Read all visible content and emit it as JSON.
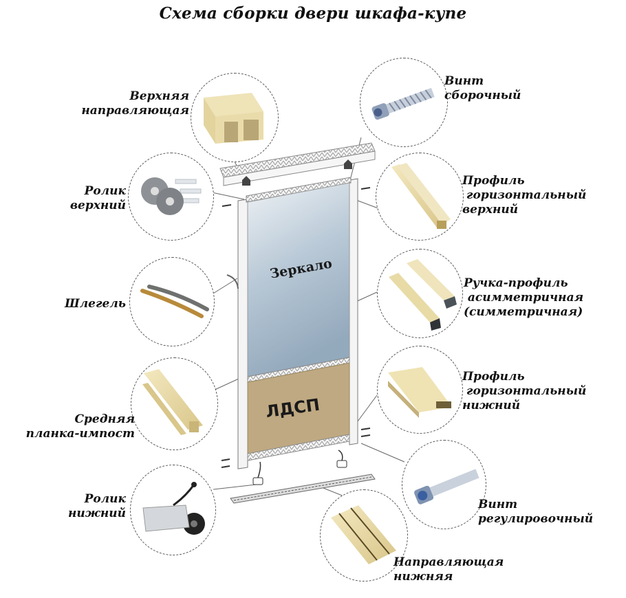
{
  "title": "Схема сборки двери шкафа-купе",
  "door": {
    "upper_panel_label": "Зеркало",
    "lower_panel_label": "ЛДСП",
    "colors": {
      "mirror_top": "#dfe7ee",
      "mirror_bottom": "#9fb3c4",
      "chipboard": "#bfa982",
      "profile": "#f2f2f0",
      "accent_gold": "#e8d9a6"
    }
  },
  "components": {
    "top_rail": {
      "label": "Верхняя\nнаправляющая"
    },
    "assembly_screw": {
      "label": "Винт\nсборочный"
    },
    "top_roller": {
      "label": "Ролик\nверхний"
    },
    "top_h_profile": {
      "label": "Профиль\n горизонтальный\nверхний"
    },
    "schlegel": {
      "label": "Шлегель"
    },
    "handle_profile": {
      "label": "Ручка-профиль\n асимметричная\n(симметричная)"
    },
    "middle_impost": {
      "label": "Средняя\nпланка-импост"
    },
    "bottom_h_profile": {
      "label": "Профиль\n горизонтальный\nнижний"
    },
    "bottom_roller": {
      "label": "Ролик\nнижний"
    },
    "adjust_screw": {
      "label": "Винт\nрегулировочный"
    },
    "bottom_rail": {
      "label": "Направляющая\nнижняя"
    }
  }
}
